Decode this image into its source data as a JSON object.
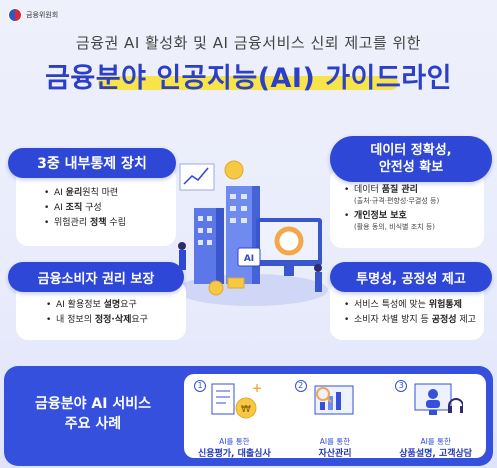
{
  "header": {
    "org_name": "금융위원회",
    "subtitle": "금융권 AI 활성화 및 AI 금융서비스 신뢰 제고를 위한",
    "title": "금융분야 인공지능(AI) 가이드라인"
  },
  "sections": [
    {
      "label": "3중 내부통제 장치",
      "items": [
        {
          "pre": "AI ",
          "bold": "윤리",
          "post": "원칙 마련"
        },
        {
          "pre": "AI ",
          "bold": "조직",
          "post": " 구성"
        },
        {
          "pre": "위험관리 ",
          "bold": "정책",
          "post": " 수립"
        }
      ]
    },
    {
      "label_line1": "데이터 정확성,",
      "label_line2": "안전성 확보",
      "items": [
        {
          "pre": "데이터 ",
          "bold": "품질 관리",
          "post": "",
          "sub": "(출처·규격·편향성·무결성 등)"
        },
        {
          "pre": "",
          "bold": "개인정보 보호",
          "post": "",
          "sub": "(활용 동의, 비식별 조치 등)"
        }
      ]
    },
    {
      "label": "금융소비자 권리 보장",
      "items": [
        {
          "pre": "AI 활용정보 ",
          "bold": "설명",
          "post": "요구"
        },
        {
          "pre": "내 정보의 ",
          "bold": "정정·삭제",
          "post": "요구"
        }
      ]
    },
    {
      "label": "투명성, 공정성 제고",
      "items": [
        {
          "pre": "서비스 특성에 맞는 ",
          "bold": "위험통제",
          "post": ""
        },
        {
          "pre": "소비자 차별 방지 등 ",
          "bold": "공정성",
          "post": " 제고"
        }
      ]
    }
  ],
  "bottom": {
    "title_line1": "금융분야 AI 서비스",
    "title_line2": "주요 사례",
    "cases": [
      {
        "num": "1",
        "pre": "AI를 통한",
        "main": "신용평가, 대출심사",
        "icon": "credit-document-moneybag-icon"
      },
      {
        "num": "2",
        "pre": "AI를 통한",
        "main": "자산관리",
        "icon": "asset-chart-magnifier-icon"
      },
      {
        "num": "3",
        "pre": "AI를 통한",
        "main": "상품설명, 고객상담",
        "icon": "monitor-headset-icon"
      }
    ]
  },
  "colors": {
    "primary_blue": "#2e47d6",
    "title_blue": "#2b3fc7",
    "highlight_yellow": "#f7e34a",
    "background": "#eef0fb"
  }
}
